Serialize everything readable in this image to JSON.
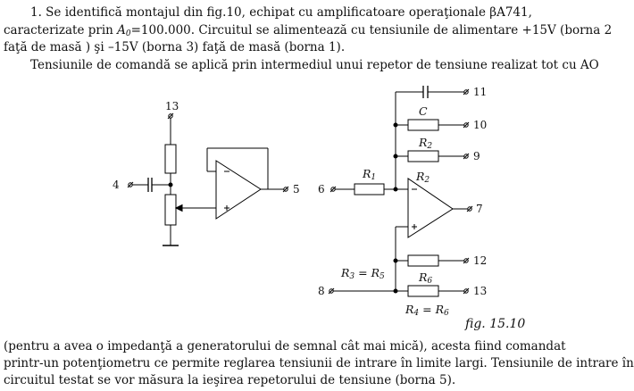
{
  "text": {
    "p1_line1": "1. Se identifică montajul din fig.10, echipat cu amplificatoare operaţionale βA741,",
    "p1_line2_a": "caracterizate prin ",
    "p1_line2_A": "A",
    "p1_line2_sub": "0",
    "p1_line2_b": "=100.000. Circuitul se alimentează cu tensiunile de alimentare +15V (borna 2",
    "p1_line3": "faţă de masă ) şi –15V (borna 3) faţă de masă (borna 1).",
    "p2_line1": "Tensiunile de comandă se aplică prin intermediul unui repetor de tensiune realizat tot cu AO",
    "p3_line1": "(pentru a avea o impedanţă a generatorului de semnal cât mai mică), acesta fiind comandat",
    "p3_line2": "printr-un potenţiometru ce permite reglarea tensiunii de intrare în limite largi. Tensiunile de intrare în",
    "p3_line3": "circuitul testat se vor măsura la ieşirea repetorului de tensiune (borna 5)."
  },
  "figure": {
    "caption": "fig. 15.10",
    "left_circuit": {
      "terminals": [
        "13",
        "4",
        "5"
      ]
    },
    "right_circuit": {
      "terminals": [
        "6",
        "11",
        "10",
        "9",
        "7",
        "12",
        "8",
        "13"
      ],
      "components": {
        "C": "C",
        "R1": "R",
        "R1_sub": "1",
        "R2": "R",
        "R2_sub": "2",
        "R3": "R",
        "R3_sub": "3",
        "R5": "R",
        "R5_sub": "5",
        "R4": "R",
        "R4_sub": "4",
        "R6": "R",
        "R6_sub": "6",
        "eq_sign": "="
      }
    }
  }
}
